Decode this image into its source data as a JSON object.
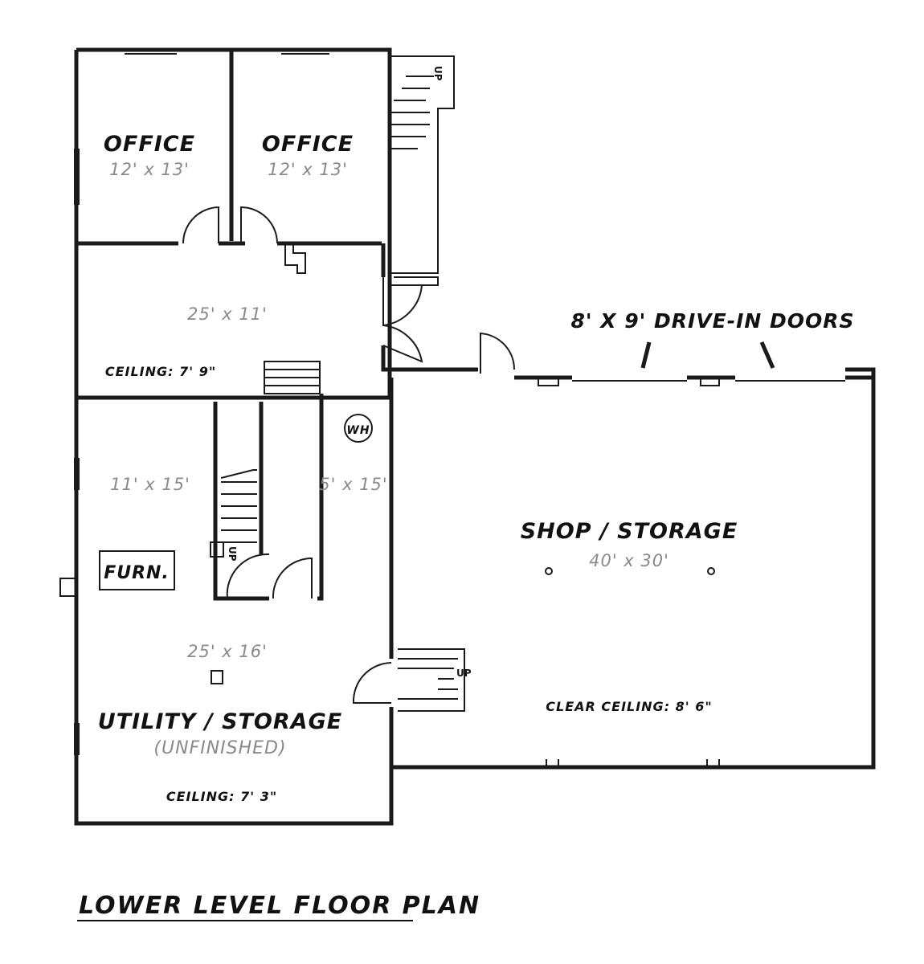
{
  "rooms": {
    "office_left": {
      "name": "OFFICE",
      "dims": "12' x 13'"
    },
    "office_right": {
      "name": "OFFICE",
      "dims": "12' x 13'"
    },
    "hall": {
      "dims": "25' x 11'",
      "ceiling": "CEILING: 7' 9\""
    },
    "room_11x15": {
      "dims": "11' x 15'"
    },
    "room_5x15": {
      "dims": "5' x 15'"
    },
    "furnace": {
      "label": "FURN."
    },
    "water_heater": {
      "label": "WH"
    },
    "utility": {
      "name": "UTILITY / STORAGE",
      "sub": "(UNFINISHED)",
      "dims": "25' x 16'",
      "ceiling": "CEILING: 7' 3\""
    },
    "shop": {
      "name": "SHOP / STORAGE",
      "dims": "40' x 30'",
      "ceiling": "CLEAR CEILING: 8' 6\""
    }
  },
  "annotations": {
    "drive_in_doors": "8' X 9' DRIVE-IN DOORS",
    "stair_up": "UP"
  },
  "title": "LOWER LEVEL FLOOR PLAN"
}
